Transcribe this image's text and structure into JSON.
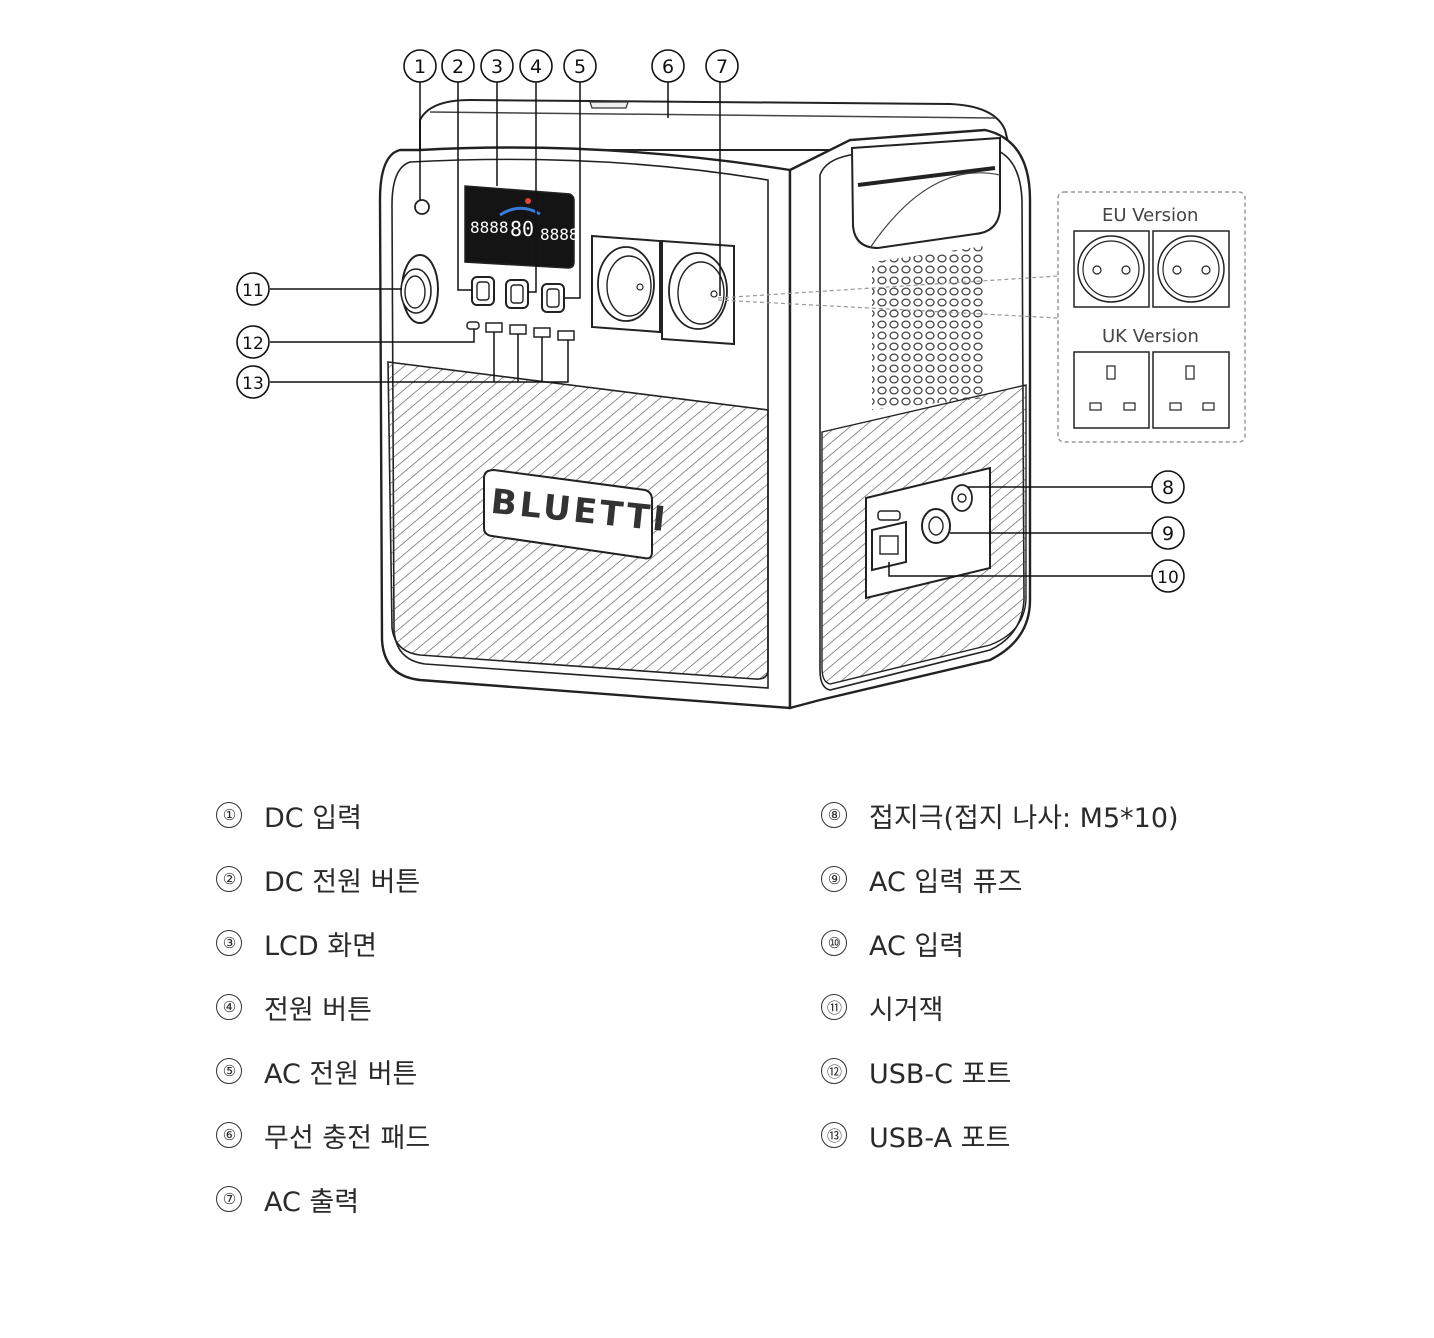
{
  "callouts": [
    {
      "n": "①"
    },
    {
      "n": "②"
    },
    {
      "n": "③"
    },
    {
      "n": "④"
    },
    {
      "n": "⑤"
    },
    {
      "n": "⑥"
    },
    {
      "n": "⑦"
    },
    {
      "n": "⑧"
    },
    {
      "n": "⑨"
    },
    {
      "n": "⑩"
    },
    {
      "n": "⑪"
    },
    {
      "n": "⑫"
    },
    {
      "n": "⑬"
    }
  ],
  "product": {
    "brand": "BLUETTI"
  },
  "versions": {
    "eu": "EU Version",
    "uk": "UK Version"
  },
  "legend": {
    "left": [
      {
        "num": "①",
        "label": "DC 입력"
      },
      {
        "num": "②",
        "label": "DC 전원 버튼"
      },
      {
        "num": "③",
        "label": "LCD 화면"
      },
      {
        "num": "④",
        "label": "전원 버튼"
      },
      {
        "num": "⑤",
        "label": "AC 전원 버튼"
      },
      {
        "num": "⑥",
        "label": "무선 충전 패드"
      },
      {
        "num": "⑦",
        "label": "AC 출력"
      }
    ],
    "right": [
      {
        "num": "⑧",
        "label": "접지극(접지 나사: M5*10)"
      },
      {
        "num": "⑨",
        "label": "AC 입력 퓨즈"
      },
      {
        "num": "⑩",
        "label": "AC 입력"
      },
      {
        "num": "⑪",
        "label": "시거잭"
      },
      {
        "num": "⑫",
        "label": "USB-C 포트"
      },
      {
        "num": "⑬",
        "label": "USB-A 포트"
      }
    ]
  }
}
